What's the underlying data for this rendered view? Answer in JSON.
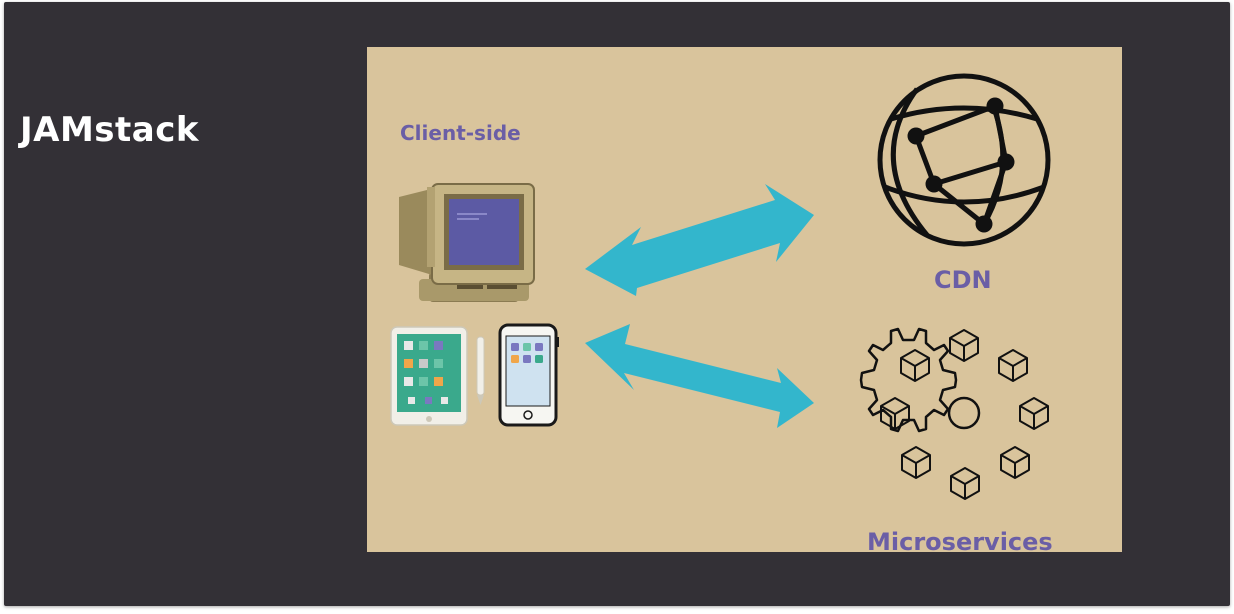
{
  "slide": {
    "title": "JAMstack"
  },
  "diagram": {
    "labels": {
      "client": "Client-side",
      "cdn": "CDN",
      "microservices": "Microservices"
    },
    "colors": {
      "background": "#d9c49c",
      "arrow": "#33b6cc",
      "label": "#6a5ea6",
      "icon_stroke": "#111111"
    },
    "icons": [
      "retro-computer-icon",
      "tablet-icon",
      "stylus-icon",
      "smartphone-icon",
      "globe-network-icon",
      "gear-icon",
      "cube-icon"
    ]
  }
}
